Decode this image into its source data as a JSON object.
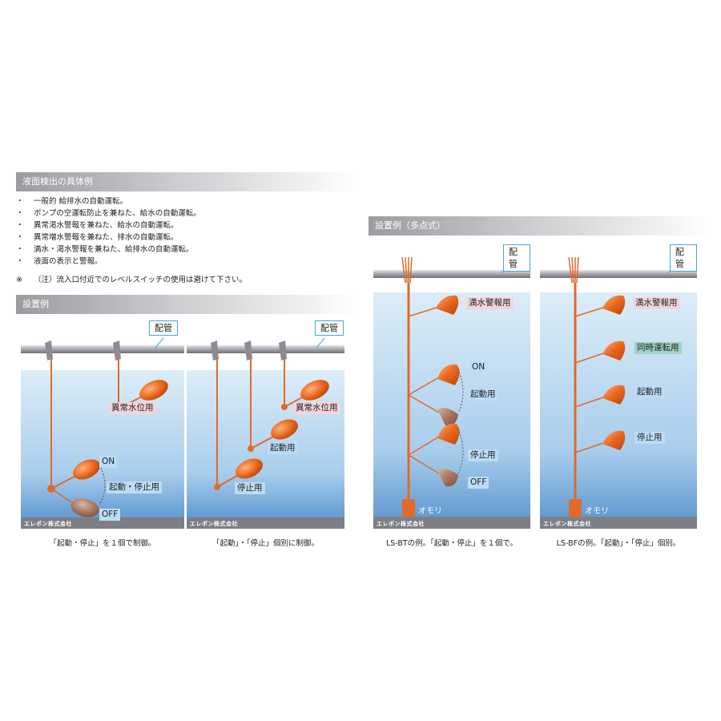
{
  "sections": {
    "detection_header": "液面検出の具体例",
    "install_header": "設置例",
    "multi_header": "設置例（多点式）"
  },
  "bullets": [
    "一般的 給排水の自動運転。",
    "ポンプの空運転防止を兼ねた、給水の自動運転。",
    "異常渇水警報を兼ねた、給水の自動運転。",
    "異常増水警報を兼ねた、排水の自動運転。",
    "満水・渇水警報を兼ねた、給排水の自動運転。",
    "液面の表示と警報。"
  ],
  "bullet_mark": "・",
  "note": {
    "mark": "※",
    "text": "（注）流入口付近でのレベルスイッチの使用は避けて下さい。"
  },
  "labels": {
    "pipe": "配管",
    "abnormal_level": "異常水位用",
    "on": "ON",
    "off": "OFF",
    "start_stop": "起動・停止用",
    "start": "起動用",
    "stop": "停止用",
    "full_alarm": "満水警報用",
    "simultaneous": "同時運転用",
    "weight": "オモリ",
    "maker": "エレポン株式会社"
  },
  "captions": {
    "p1": "「起動・停止」を１個で制御。",
    "p2": "「起動」・「停止」個別に制御。",
    "p3": "LS-BTの例。「起動・停止」を１個で。",
    "p4": "LS-BFの例。「起動」・「停止」個別。"
  },
  "colors": {
    "float": "#e8661c",
    "cable": "#e06a2a",
    "water_top": "#dcedf8",
    "water_bottom": "#5f98cf",
    "floor": "#7d7f84"
  }
}
